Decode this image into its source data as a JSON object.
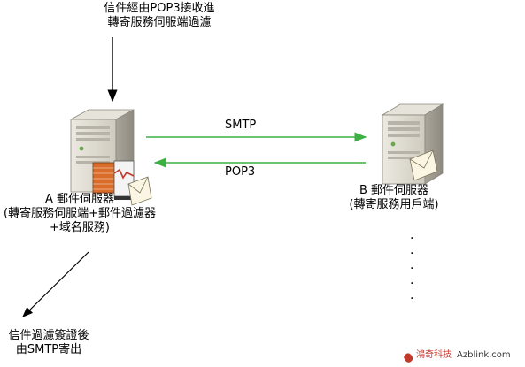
{
  "labels": {
    "top_line1": "信件經由POP3接收進",
    "top_line2": "轉寄服務伺服端過濾",
    "server_a_line1": "A 郵件伺服器",
    "server_a_line2": "(轉寄服務伺服端+郵件過濾器",
    "server_a_line3": "+域名服務)",
    "server_b_line1": "B 郵件伺服器",
    "server_b_line2": "(轉寄服務用戶端)",
    "smtp": "SMTP",
    "pop3": "POP3",
    "bottom_line1": "信件過濾簽證後",
    "bottom_line2": "由SMTP寄出",
    "ellipsis_dots": [
      "·",
      "·",
      "·",
      "·",
      "·"
    ]
  },
  "watermark": {
    "cn": "鴻奇科技",
    "en": "Azblink.com"
  },
  "colors": {
    "arrow_green": "#3cb043",
    "arrow_black": "#000000",
    "server_body": "#d9d6cc",
    "firewall_red": "#c0392b"
  },
  "icons": [
    "server-a-icon",
    "server-b-icon",
    "firewall-icon",
    "mail-envelope-icon"
  ]
}
